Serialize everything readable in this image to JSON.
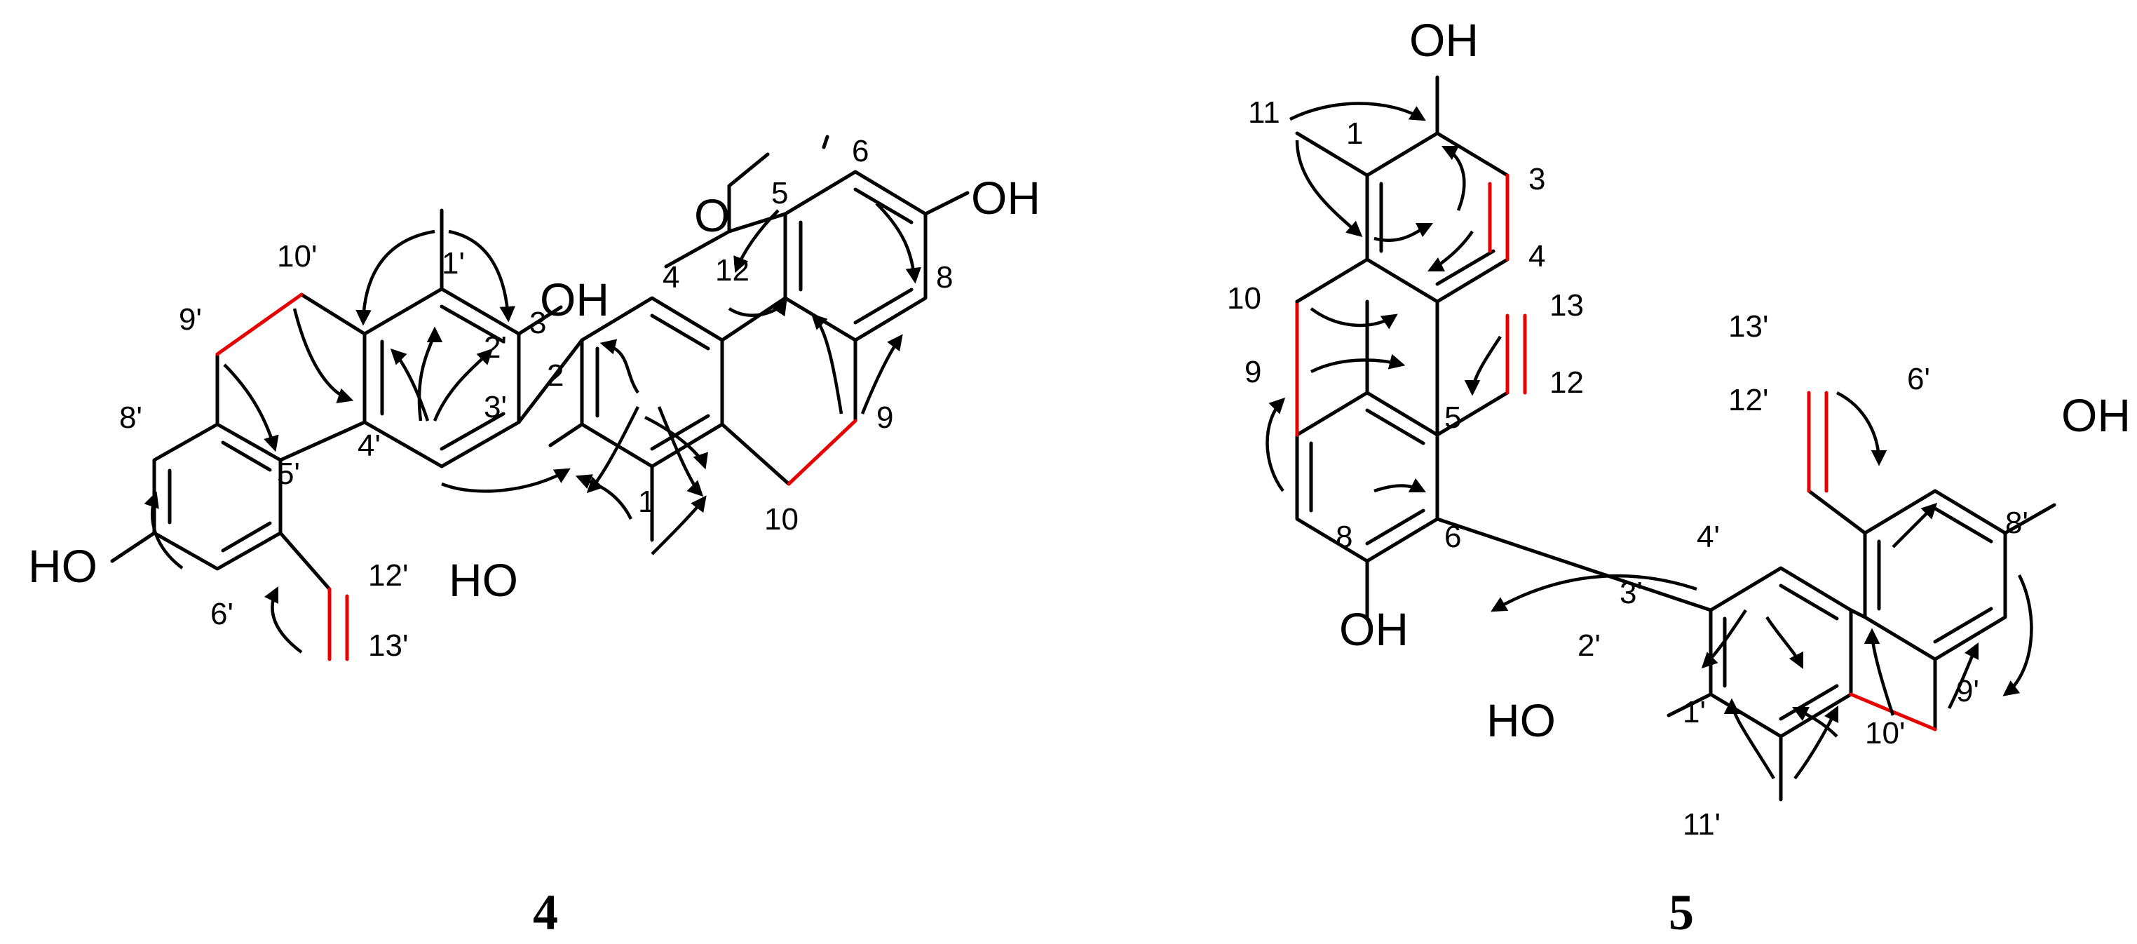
{
  "compounds": [
    {
      "number": "4",
      "atoms": {
        "oh_a": "OH",
        "oh_b": "OH",
        "oh_c": "HO",
        "oh_d": "HO",
        "o_ether": "O"
      },
      "locants": [
        "1",
        "2",
        "3",
        "4",
        "5",
        "6",
        "8",
        "9",
        "10",
        "12",
        "1'",
        "2'",
        "3'",
        "4'",
        "5'",
        "6'",
        "8'",
        "9'",
        "10'",
        "12'",
        "13'"
      ]
    },
    {
      "number": "5",
      "atoms": {
        "oh_a": "OH",
        "oh_b": "OH",
        "oh_c": "OH",
        "oh_d": "HO"
      },
      "locants": [
        "11",
        "1",
        "3",
        "4",
        "10",
        "9",
        "8",
        "5",
        "6",
        "13",
        "12",
        "13'",
        "12'",
        "6'",
        "4'",
        "3'",
        "2'",
        "1'",
        "11'",
        "10'",
        "9'",
        "8'"
      ]
    }
  ],
  "colors": {
    "bond": "#000000",
    "highlight_bond": "#e60000"
  }
}
